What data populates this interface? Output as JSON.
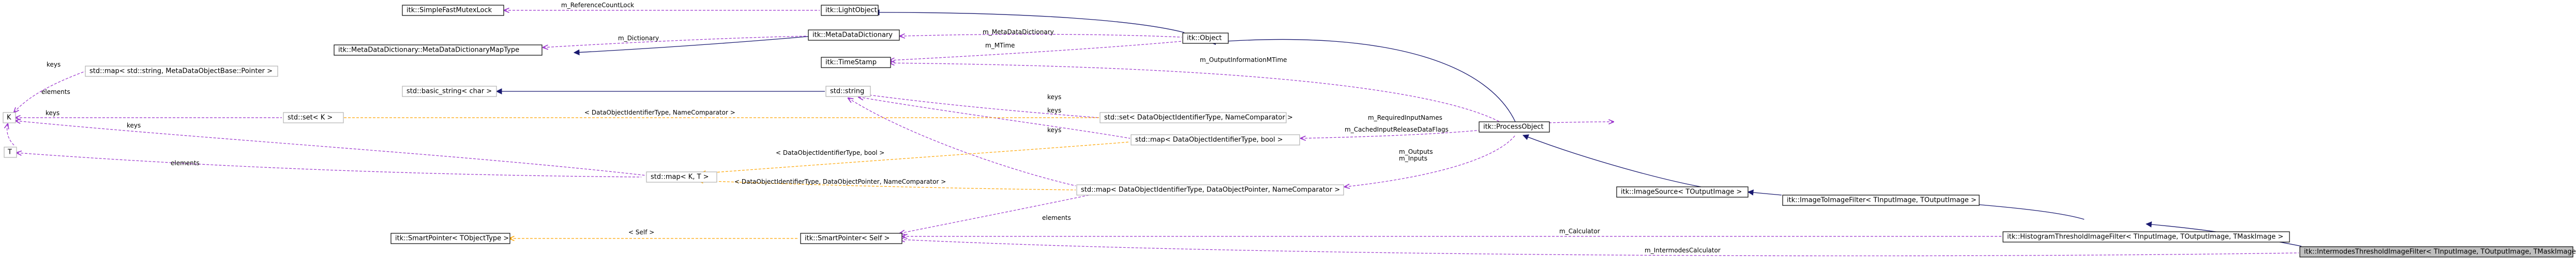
{
  "nodes": {
    "simple_fast_mutex_lock": "itk::SimpleFastMutexLock",
    "light_object": "itk::LightObject",
    "metadata_dictionary": "itk::MetaDataDictionary",
    "object": "itk::Object",
    "metadata_dictionary_map_type": "itk::MetaDataDictionary::MetaDataDictionaryMapType",
    "time_stamp": "itk::TimeStamp",
    "map_string_metadata_pointer": "std::map< std::string, MetaDataObjectBase::Pointer >",
    "basic_string": "std::basic_string< char >",
    "std_string": "std::string",
    "k": "K",
    "std_set_k": "std::set< K >",
    "set_dataobject_identifier": "std::set< DataObjectIdentifierType, NameComparator >",
    "process_object": "itk::ProcessObject",
    "map_dataobject_bool": "std::map< DataObjectIdentifierType, bool >",
    "t": "T",
    "map_k_t": "std::map< K, T >",
    "map_dataobject_pointer": "std::map< DataObjectIdentifierType, DataObjectPointer, NameComparator >",
    "image_source": "itk::ImageSource< TOutputImage >",
    "image_to_image_filter": "itk::ImageToImageFilter< TInputImage, TOutputImage >",
    "smart_pointer_tobject": "itk::SmartPointer< TObjectType >",
    "smart_pointer_self": "itk::SmartPointer< Self >",
    "histogram_threshold_filter": "itk::HistogramThresholdImageFilter< TInputImage, TOutputImage, TMaskImage >",
    "intermodes_threshold_filter": "itk::IntermodesThresholdImageFilter< TInputImage, TOutputImage, TMaskImage >"
  },
  "edge_labels": {
    "reference_count_lock": "m_ReferenceCountLock",
    "dictionary": "m_Dictionary",
    "metadata_dictionary_member": "m_MetaDataDictionary",
    "mtime": "m_MTime",
    "output_information_mtime": "m_OutputInformationMTime",
    "keys_1": "keys",
    "elements_1": "elements",
    "keys_2": "keys",
    "keys_3": "keys",
    "keys_4": "keys",
    "keys_5": "keys",
    "elements_2": "elements",
    "required_input_names": "m_RequiredInputNames",
    "dataobject_name_comparator": "< DataObjectIdentifierType, NameComparator >",
    "cached_input_release": "m_CachedInputReleaseDataFlags",
    "dataobject_bool": "< DataObjectIdentifierType, bool >",
    "outputs": "m_Outputs",
    "inputs": "m_Inputs",
    "dataobject_pointer_comparator": "< DataObjectIdentifierType, DataObjectPointer, NameComparator >",
    "elements_3": "elements",
    "self": "< Self >",
    "calculator": "m_Calculator",
    "intermodes_calculator": "m_IntermodesCalculator"
  },
  "colors": {
    "inheritance": "#191970",
    "usage": "#9a32cd",
    "template": "#ffa500",
    "highlight_fill": "#bfbfbf"
  }
}
